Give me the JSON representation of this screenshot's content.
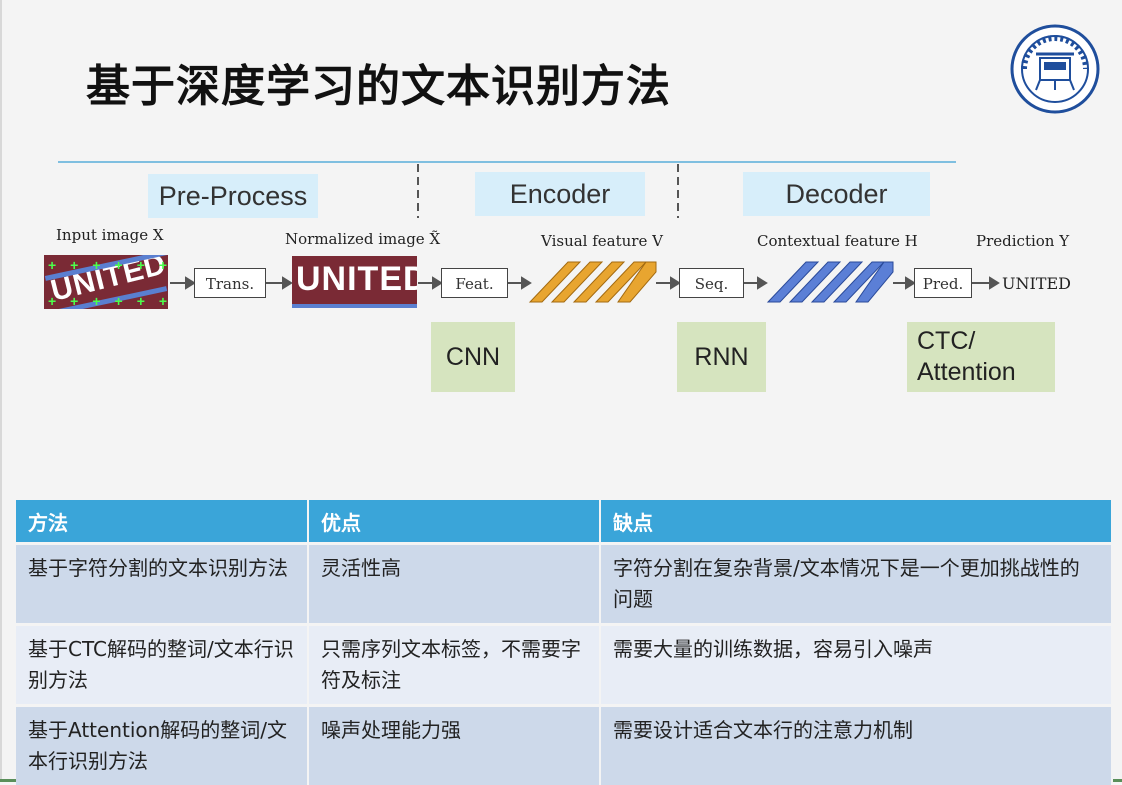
{
  "title": "基于深度学习的文本识别方法",
  "diagram": {
    "stages": [
      "Pre-Process",
      "Encoder",
      "Decoder"
    ],
    "labels": {
      "input": "Input image X",
      "normalized": "Normalized image X̃",
      "visual": "Visual feature V",
      "contextual": "Contextual feature H",
      "prediction": "Prediction Y"
    },
    "boxes": {
      "trans": "Trans.",
      "feat": "Feat.",
      "seq": "Seq.",
      "pred": "Pred."
    },
    "image_text": "UNITED",
    "output": "UNITED",
    "modules": {
      "cnn": "CNN",
      "rnn": "RNN",
      "ctc_line1": "CTC/",
      "ctc_line2": "Attention"
    }
  },
  "table": {
    "headers": [
      "方法",
      "优点",
      "缺点"
    ],
    "rows": [
      [
        "基于字符分割的文本识别方法",
        "灵活性高",
        "字符分割在复杂背景/文本情况下是一个更加挑战性的问题"
      ],
      [
        "基于CTC解码的整词/文本行识别方法",
        "只需序列文本标签，不需要字符及标注",
        "需要大量的训练数据，容易引入噪声"
      ],
      [
        "基于Attention解码的整词/文本行识别方法",
        "噪声处理能力强",
        "需要设计适合文本行的注意力机制"
      ]
    ]
  },
  "colors": {
    "header_blue": "#3aa5d9",
    "row_dark": "#cdd9ea",
    "row_light": "#e8edf6",
    "stage_box": "#d7eefa",
    "module_box": "#d6e4bf",
    "feature_orange": "#e8a530",
    "feature_blue": "#5b7fd6"
  }
}
